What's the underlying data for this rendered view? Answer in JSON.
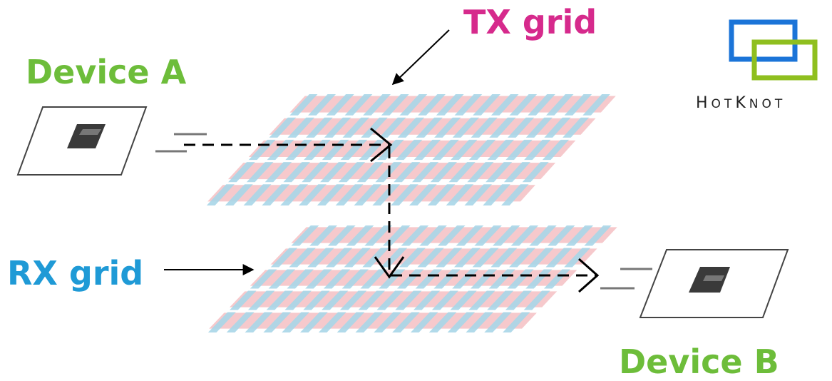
{
  "labels": {
    "device_a": "Device A",
    "device_b": "Device B",
    "tx_grid": "TX grid",
    "rx_grid": "RX grid"
  },
  "logo": {
    "text": "HotKnot",
    "text_parts": [
      {
        "text": "H",
        "big": true
      },
      {
        "text": "OT",
        "big": false
      },
      {
        "text": "K",
        "big": true
      },
      {
        "text": "NOT",
        "big": false
      }
    ]
  },
  "colors": {
    "device_a_label": "#6dbd3a",
    "device_b_label": "#6dbd3a",
    "tx_label": "#d62a8c",
    "rx_label": "#1f9ad6",
    "grid_blue": "#a9d6e8",
    "grid_pink": "#f6c9cc",
    "logo_blue": "#1b74d8",
    "logo_green": "#8fbf1f"
  }
}
